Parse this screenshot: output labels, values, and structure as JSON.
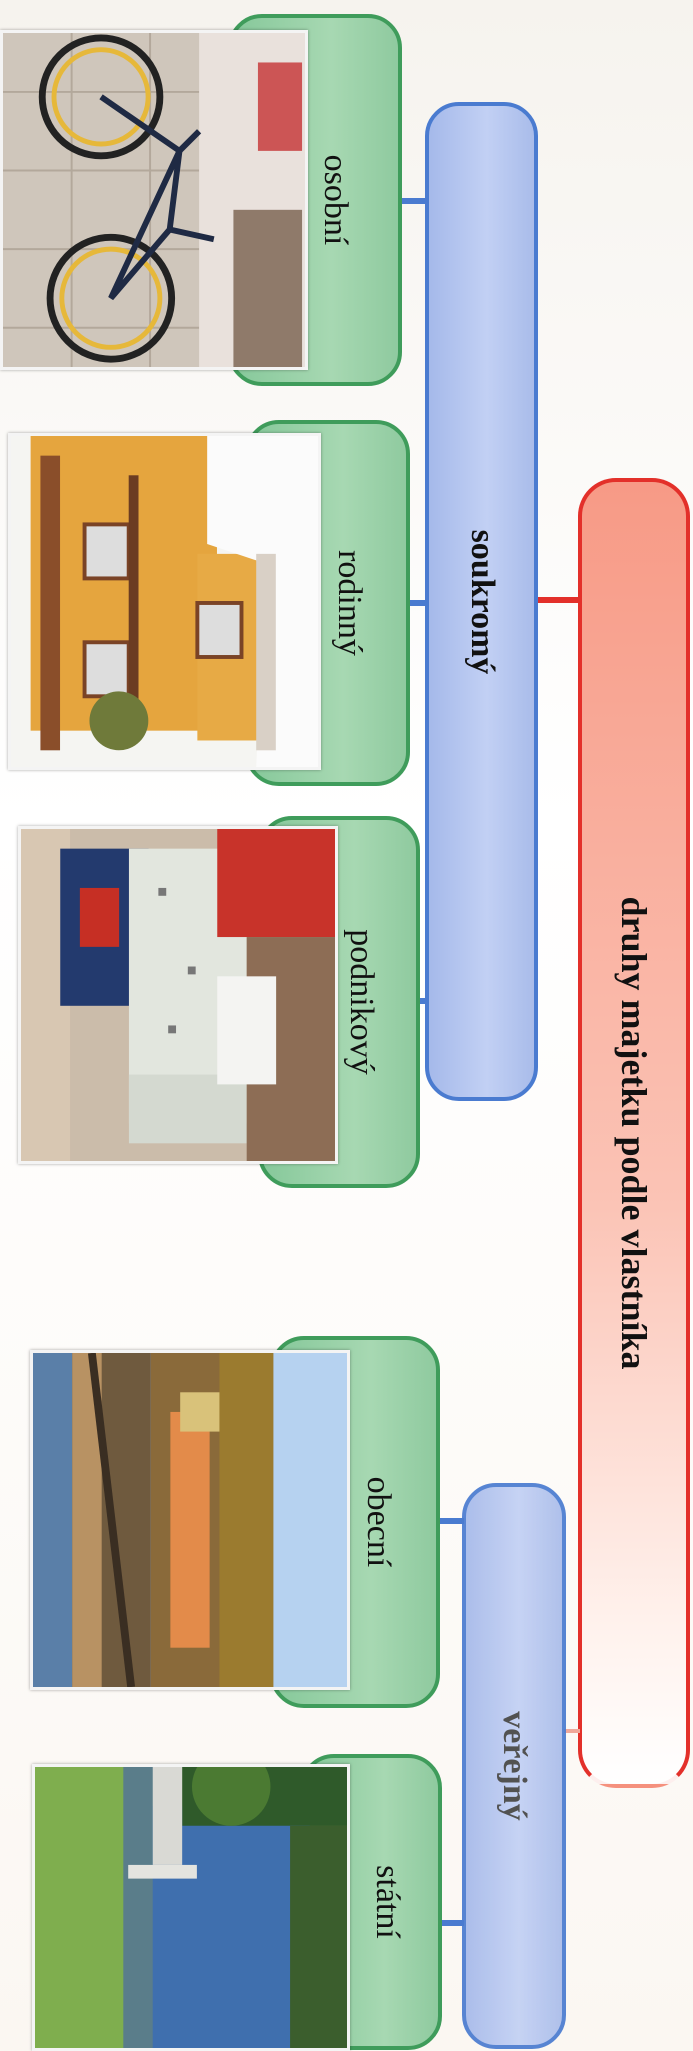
{
  "root": {
    "label": "druhy majetku podle vlastníka"
  },
  "categories": {
    "private": {
      "label": "soukromý"
    },
    "public": {
      "label": "veřejný"
    }
  },
  "items": {
    "personal": {
      "label": "osobní",
      "photo_icon": "bicycle"
    },
    "family": {
      "label": "rodinný",
      "photo_icon": "house"
    },
    "business": {
      "label": "podnikový",
      "photo_icon": "machine"
    },
    "municipal": {
      "label": "obecní",
      "photo_icon": "town-street"
    },
    "state": {
      "label": "státní",
      "photo_icon": "dam-reservoir"
    }
  },
  "colors": {
    "root_border": "#e3302a",
    "category_border": "#4a7bd0",
    "item_border": "#3f9c5b"
  }
}
